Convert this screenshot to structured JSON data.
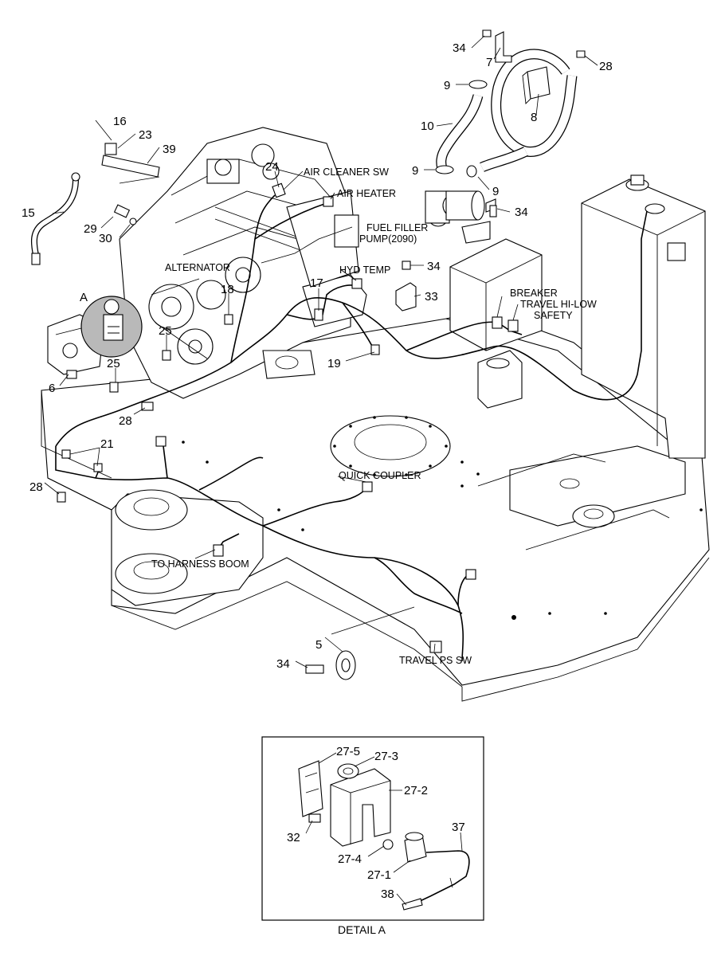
{
  "callouts": {
    "c34a": "34",
    "c7": "7",
    "c28a": "28",
    "c9a": "9",
    "c8": "8",
    "c10": "10",
    "c9b": "9",
    "c9c": "9",
    "c34b": "34",
    "c16": "16",
    "c23": "23",
    "c39": "39",
    "c24": "24",
    "c15": "15",
    "c29": "29",
    "c30": "30",
    "c34c": "34",
    "c17": "17",
    "c33": "33",
    "c18": "18",
    "cA": "A",
    "c25a": "25",
    "c25b": "25",
    "c6": "6",
    "c28b": "28",
    "c19": "19",
    "c21": "21",
    "c28c": "28",
    "c5": "5",
    "c34d": "34"
  },
  "labels": {
    "air_cleaner_sw": "AIR CLEANER SW",
    "air_heater": "AIR HEATER",
    "fuel_filler_pump_1": "FUEL FILLER",
    "fuel_filler_pump_2": "PUMP(2090)",
    "alternator": "ALTERNATOR",
    "hyd_temp": "HYD TEMP",
    "breaker": "BREAKER",
    "travel_hi_low": "TRAVEL HI-LOW",
    "safety": "SAFETY",
    "quick_coupler": "QUICK COUPLER",
    "to_harness_boom": "TO HARNESS BOOM",
    "travel_ps_sw": "TRAVEL PS SW"
  },
  "detail": {
    "caption": "DETAIL A",
    "c27_5": "27-5",
    "c27_3": "27-3",
    "c27_2": "27-2",
    "c32": "32",
    "c27_4": "27-4",
    "c27_1": "27-1",
    "c37": "37",
    "c38": "38"
  }
}
